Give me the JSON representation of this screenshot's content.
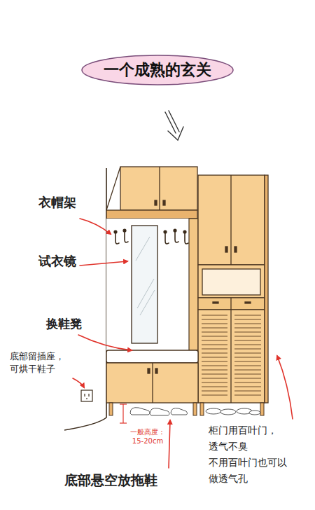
{
  "diagram": {
    "title": "一个成熟的玄关",
    "labels": [
      "衣帽架",
      "试衣镜",
      "换鞋凳",
      "底部留插座， 可烘干鞋子",
      "一般高度： 15-20cm",
      "底部悬空放拖鞋",
      "柜门用百叶门， 透气不臭 不用百叶门也可以 做透气孔"
    ]
  }
}
